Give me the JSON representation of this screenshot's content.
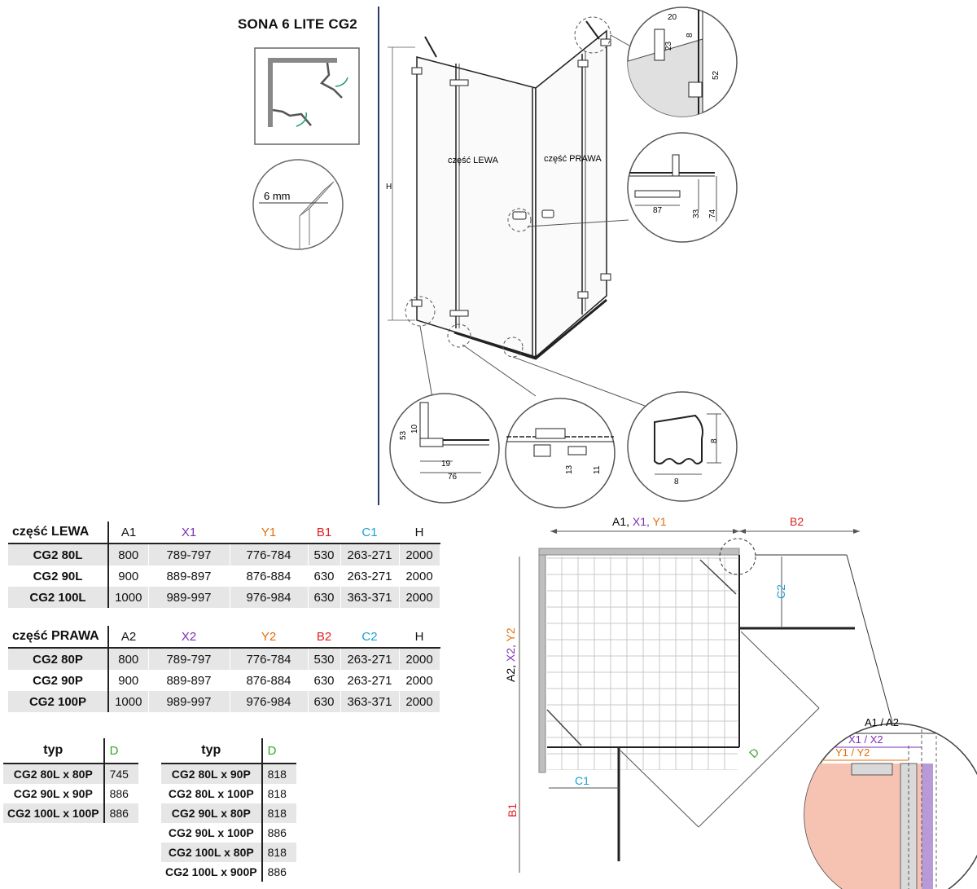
{
  "title": "SONA 6 LITE CG2",
  "thickness_label": "6 mm",
  "parts": {
    "left": "część LEWA",
    "right": "część PRAWA"
  },
  "axis_h": "H",
  "details": {
    "top_hinge": {
      "w": "20",
      "h": "23",
      "gap": "8",
      "h2": "52"
    },
    "handle": {
      "w": "87",
      "h1": "33",
      "h2": "74"
    },
    "bottom_left": {
      "h": "53",
      "h2": "10",
      "w1": "19",
      "w2": "76"
    },
    "bottom_mid": {
      "a": "13",
      "b": "11"
    },
    "seal": {
      "w": "8",
      "h": "8"
    }
  },
  "table_left": {
    "header": [
      "część LEWA",
      "A1",
      "X1",
      "Y1",
      "B1",
      "C1",
      "H"
    ],
    "rows": [
      [
        "CG2 80L",
        "800",
        "789-797",
        "776-784",
        "530",
        "263-271",
        "2000"
      ],
      [
        "CG2 90L",
        "900",
        "889-897",
        "876-884",
        "630",
        "263-271",
        "2000"
      ],
      [
        "CG2 100L",
        "1000",
        "989-997",
        "976-984",
        "630",
        "363-371",
        "2000"
      ]
    ]
  },
  "table_right": {
    "header": [
      "część PRAWA",
      "A2",
      "X2",
      "Y2",
      "B2",
      "C2",
      "H"
    ],
    "rows": [
      [
        "CG2 80P",
        "800",
        "789-797",
        "776-784",
        "530",
        "263-271",
        "2000"
      ],
      [
        "CG2 90P",
        "900",
        "889-897",
        "876-884",
        "630",
        "263-271",
        "2000"
      ],
      [
        "CG2 100P",
        "1000",
        "989-997",
        "976-984",
        "630",
        "363-371",
        "2000"
      ]
    ]
  },
  "type_table_1": {
    "header": [
      "typ",
      "D"
    ],
    "rows": [
      [
        "CG2 80L x 80P",
        "745"
      ],
      [
        "CG2 90L x 90P",
        "886"
      ],
      [
        "CG2 100L x 100P",
        "886"
      ]
    ]
  },
  "type_table_2": {
    "header": [
      "typ",
      "D"
    ],
    "rows": [
      [
        "CG2 80L x 90P",
        "818"
      ],
      [
        "CG2 80L x 100P",
        "818"
      ],
      [
        "CG2 90L x 80P",
        "818"
      ],
      [
        "CG2 90L x 100P",
        "886"
      ],
      [
        "CG2 100L x 80P",
        "818"
      ],
      [
        "CG2 100L x 900P",
        "886"
      ]
    ]
  },
  "plan": {
    "top_label_a": "A1,",
    "top_label_x": " X1,",
    "top_label_y": " Y1",
    "b2": "B2",
    "left_label_a": "A2,",
    "left_label_x": " X2,",
    "left_label_y": " Y2",
    "b1": "B1",
    "c1": "C1",
    "c2": "C2",
    "d": "D",
    "zoom_a": "A1 / A2",
    "zoom_x": "X1 / X2",
    "zoom_y": "Y1 / Y2"
  },
  "colors": {
    "x": "#7a2fb8",
    "y": "#e36d0a",
    "b": "#e02020",
    "c": "#1ba0d8",
    "d": "#37a52a"
  }
}
